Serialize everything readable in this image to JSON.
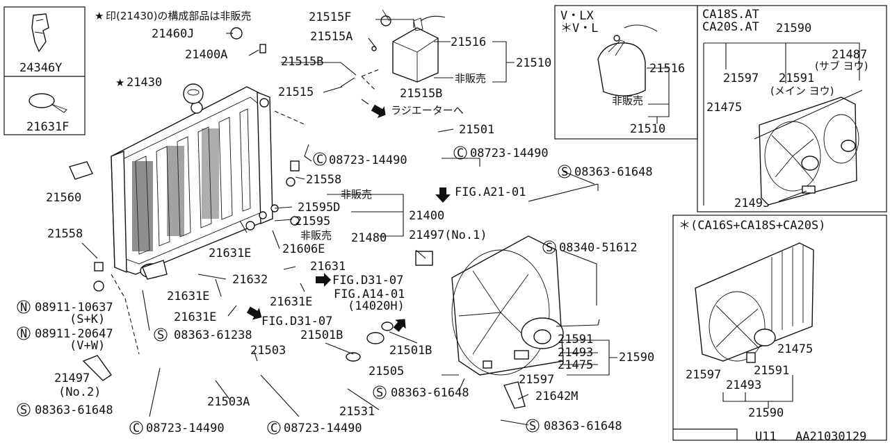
{
  "note": {
    "star": "★",
    "text": "印(21430)の構成部品は非販売"
  },
  "inset_left": {
    "top": "24346Y",
    "bottom": "21631F"
  },
  "inset_vlx": {
    "line1": "V・LX",
    "line2": "＊V・L",
    "hanbai": "非販売",
    "p21516": "21516",
    "p21510": "21510"
  },
  "inset_ca": {
    "header1": "CA18S.AT",
    "header2": "CA20S.AT",
    "p21590": "21590",
    "p21487": "21487",
    "sub": "(サブ ヨウ)",
    "p21597": "21597",
    "p21591": "21591",
    "main": "(メイン ヨウ)",
    "p21475": "21475",
    "p21493": "21493"
  },
  "inset_bottom": {
    "header": "＊(CA16S+CA18S+CA20S)",
    "p21475": "21475",
    "p21597": "21597",
    "p21591": "21591",
    "p21493": "21493",
    "p21590": "21590"
  },
  "labels": {
    "p21515F": "21515F",
    "p21460J": "21460J",
    "p21515A": "21515A",
    "p21516": "21516",
    "p21510": "21510",
    "hanbai_a": "非販売",
    "p21400A": "21400A",
    "p21515B_1": "21515B",
    "star": "★",
    "p21430": "21430",
    "p21515": "21515",
    "p21515B_2": "21515B",
    "to_radiator": "ラジエーターへ",
    "p21501": "21501",
    "c_08723_a": "08723-14490",
    "c_08723_b": "08723-14490",
    "p21558_a": "21558",
    "s_08363_a": "08363-61648",
    "p21560": "21560",
    "fig_a21": "FIG.A21-01",
    "hanbai_b": "非販売",
    "p21595D": "21595D",
    "p21400": "21400",
    "p21595": "21595",
    "hanbai_c": "非販売",
    "p21480": "21480",
    "p21497_1": "21497(No.1)",
    "p21558_b": "21558",
    "p21631E_a": "21631E",
    "p21606E": "21606E",
    "s_08340": "08340-51612",
    "p21631": "21631",
    "p21632": "21632",
    "fig_d31_a": "FIG.D31-07",
    "p21631E_b": "21631E",
    "fig_a14": "FIG.A14-01",
    "p14020H": "(14020H)",
    "p21631E_c": "21631E",
    "p21631E_d": "21631E",
    "fig_d31_b": "FIG.D31-07",
    "n_08911_1": "08911-10637",
    "sk": "(S+K)",
    "n_08911_2": "08911-20647",
    "vw": "(V+W)",
    "s_08363_b": "08363-61238",
    "p21501B_a": "21501B",
    "p21501B_b": "21501B",
    "p21503": "21503",
    "p21591": "21591",
    "p21493": "21493",
    "p21590": "21590",
    "p21475": "21475",
    "p21505": "21505",
    "p21597": "21597",
    "p21497_2": "21497",
    "no2": "(No.2)",
    "s_08363_c": "08363-61648",
    "p21503A": "21503A",
    "s_08363_d": "08363-61648",
    "p21642M": "21642M",
    "p21531": "21531",
    "c_08723_c": "08723-14490",
    "c_08723_d": "08723-14490",
    "s_08363_e": "08363-61648"
  },
  "prefix": {
    "C": "C",
    "S": "S",
    "N": "N"
  },
  "footer": {
    "model": "U11",
    "code": "AA21030129"
  }
}
